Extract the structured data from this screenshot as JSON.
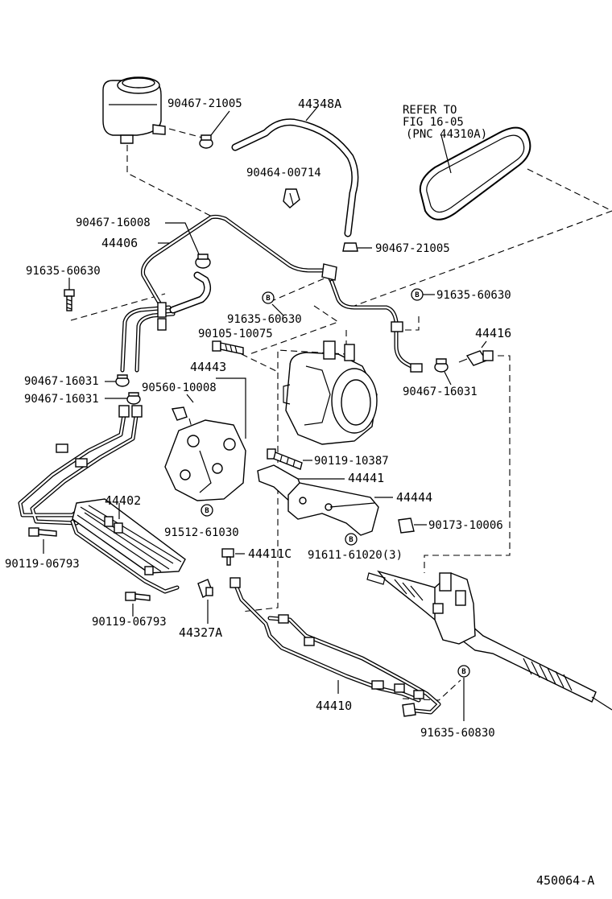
{
  "labels": {
    "p90467_21005_top": "90467-21005",
    "p44348A": "44348A",
    "refer_line1": "REFER TO",
    "refer_line2": "FIG 16-05",
    "refer_line3": "(PNC 44310A)",
    "p90464_00714": "90464-00714",
    "p90467_16008": "90467-16008",
    "p44406": "44406",
    "p90467_21005_mid": "90467-21005",
    "p91635_60630_left": "91635-60630",
    "p91635_60630_right": "91635-60630",
    "p91635_60630_center": "91635-60630",
    "p90105_10075": "90105-10075",
    "p44416": "44416",
    "p44443": "44443",
    "p90467_16031_a": "90467-16031",
    "p90560_10008": "90560-10008",
    "p90467_16031_b": "90467-16031",
    "p90467_16031_c": "90467-16031",
    "p90119_10387": "90119-10387",
    "p44441": "44441",
    "p44402": "44402",
    "p44444": "44444",
    "p90173_10006": "90173-10006",
    "p91512_61030": "91512-61030",
    "p91611_61020": "91611-61020(3)",
    "p90119_06793_a": "90119-06793",
    "p44411C": "44411C",
    "p90119_06793_b": "90119-06793",
    "p44327A": "44327A",
    "p44410": "44410",
    "p91635_60830": "91635-60830",
    "figure_code": "450064-A"
  },
  "badge_letter": "B"
}
